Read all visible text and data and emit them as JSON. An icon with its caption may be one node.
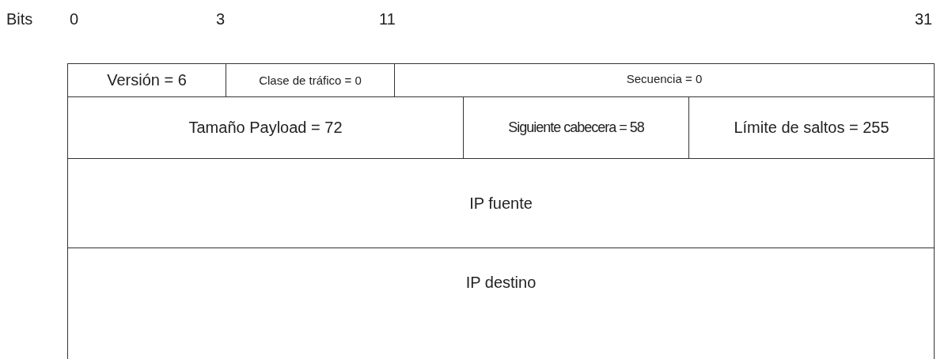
{
  "diagram": {
    "nodes": [
      {
        "text": [
          "Versión = 6"
        ]
      },
      {
        "text": [
          "Clase de tráfico = 0"
        ]
      },
      {
        "text": [
          "Secuencia = 0"
        ]
      },
      {
        "text": [
          "Tamaño Payload = 72"
        ]
      },
      {
        "text": [
          "Siguiente cabecera = 58"
        ]
      },
      {
        "text": [
          "Límite de saltos = 255"
        ]
      },
      {
        "text": [
          "IP fuente"
        ]
      },
      {
        "text": [
          "IP destino"
        ]
      }
    ],
    "edges": [],
    "labels": [
      "Bits",
      "0",
      "3",
      "11",
      "31"
    ]
  }
}
